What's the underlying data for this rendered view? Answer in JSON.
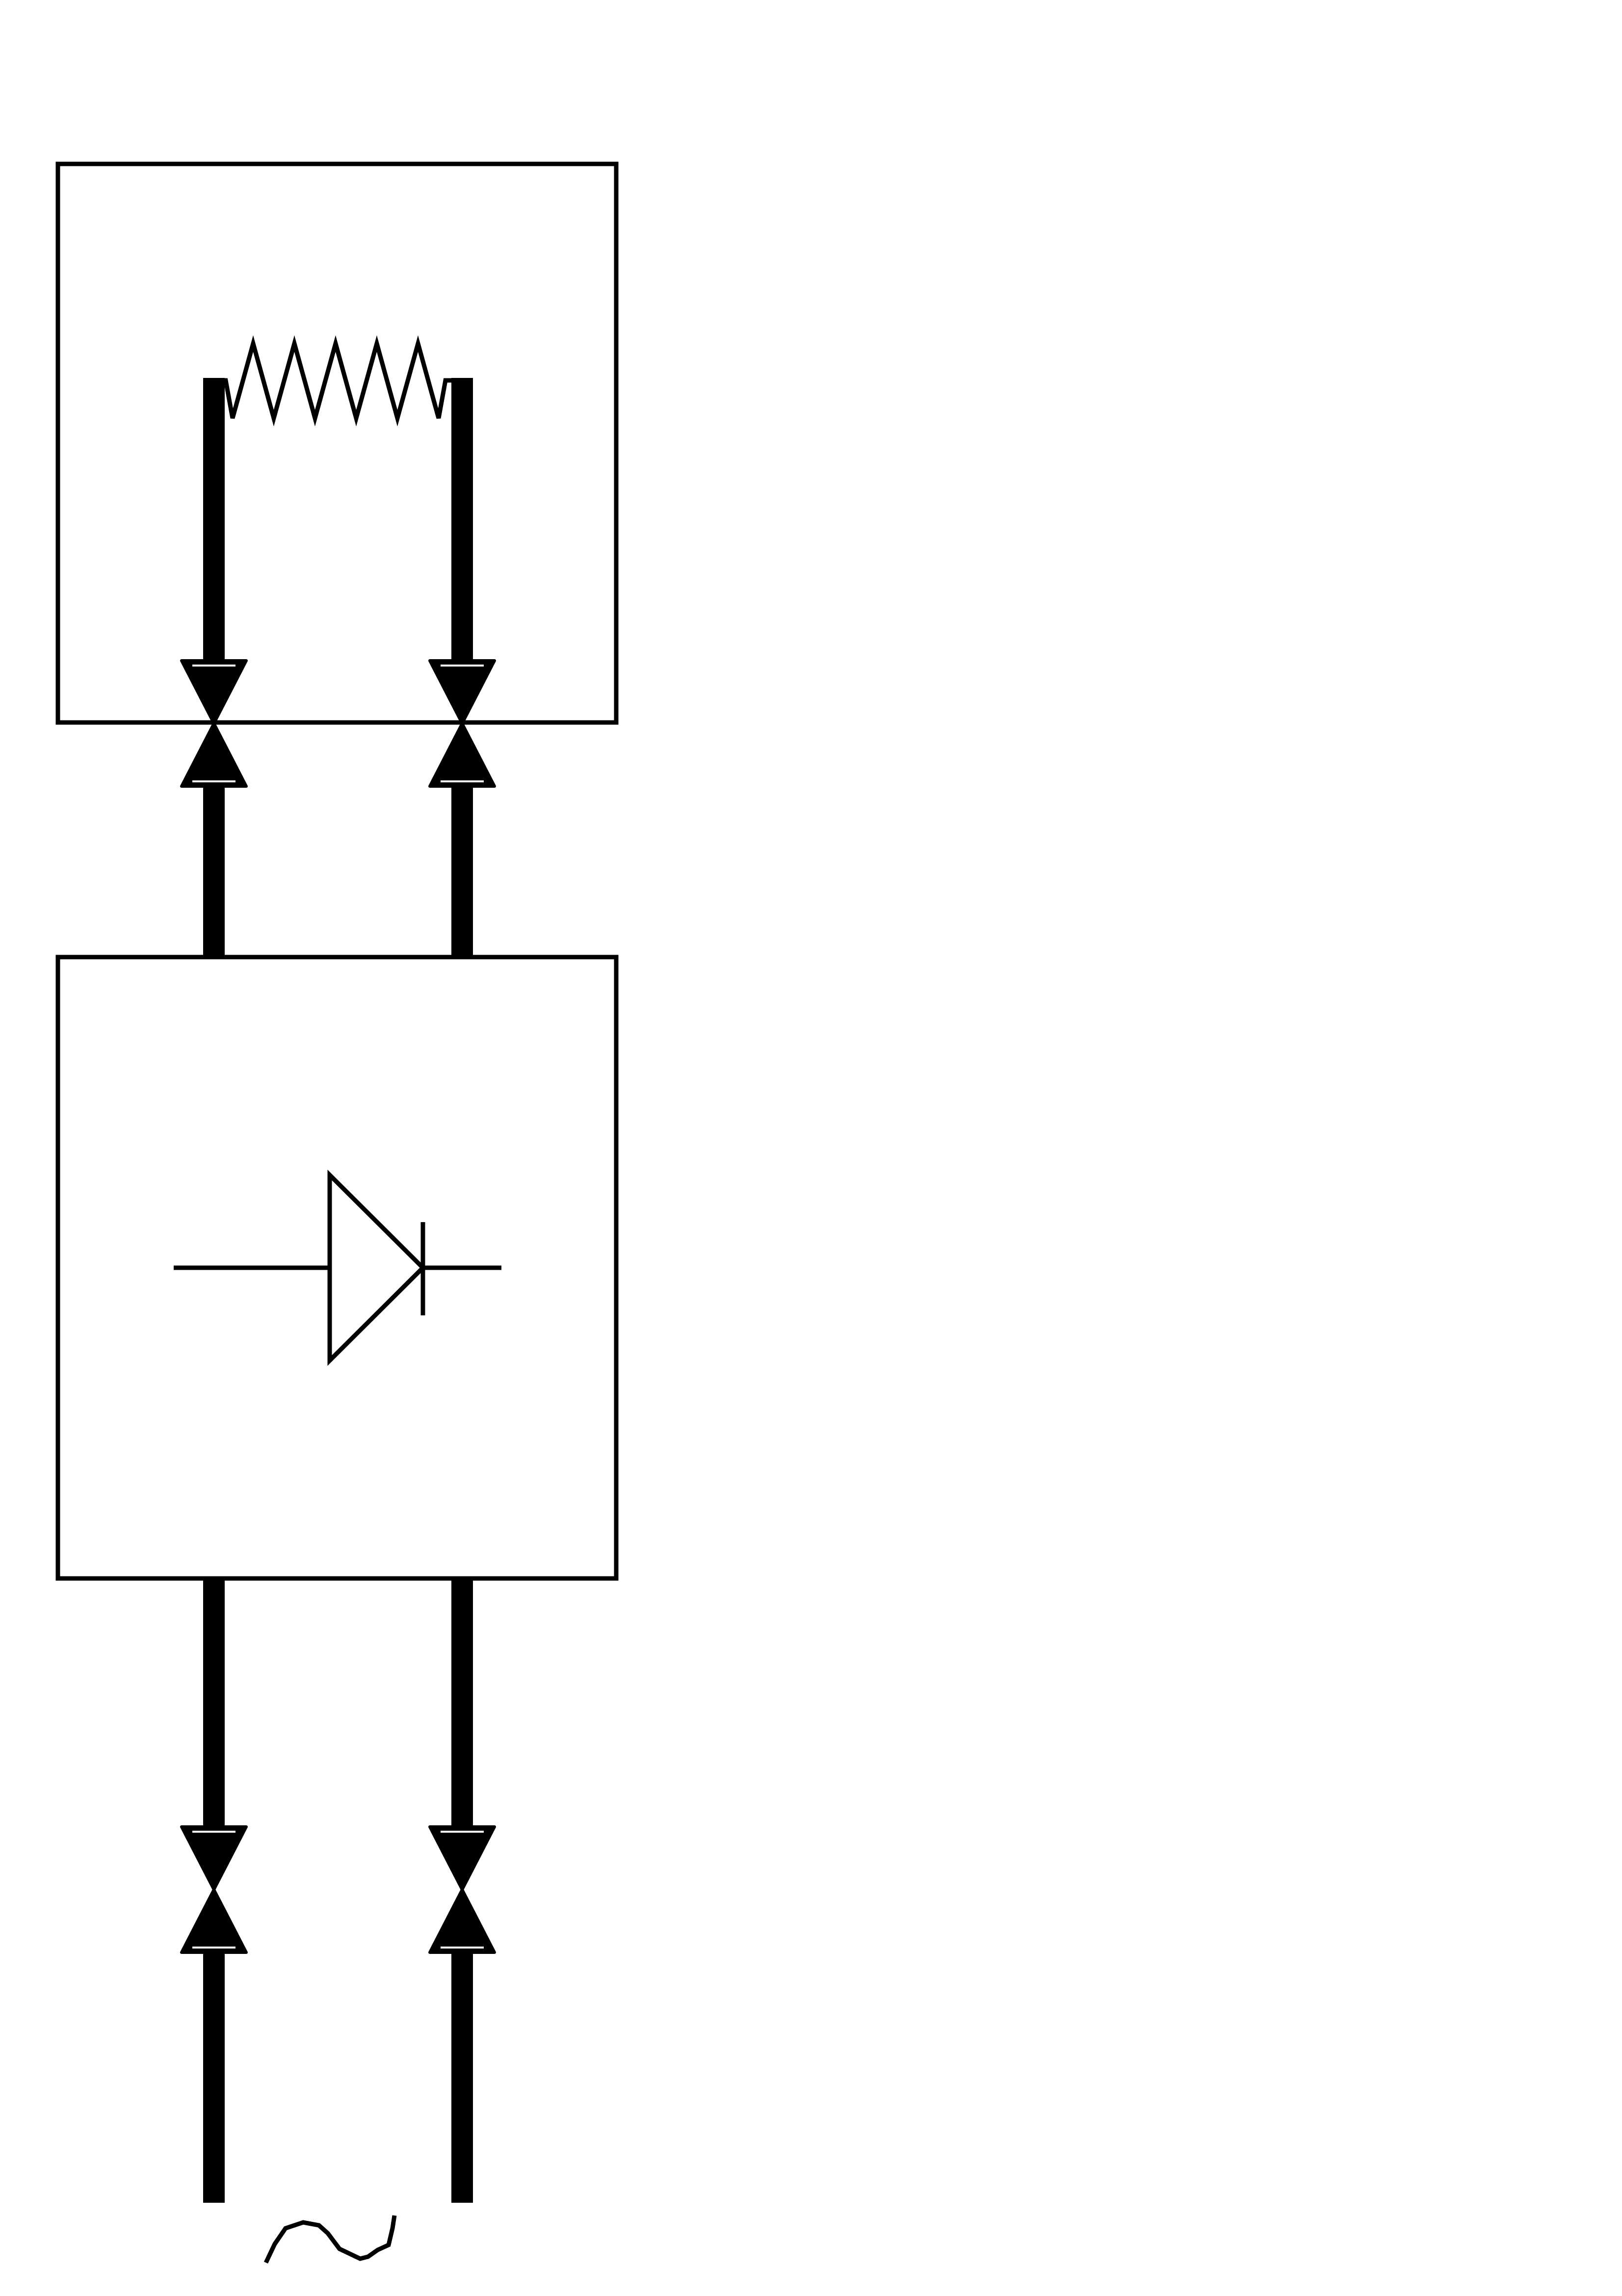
{
  "diagram": {
    "type": "block-diagram",
    "description_elements": {
      "load_block": {
        "symbol": "resistor"
      },
      "converter_block": {
        "symbol": "diode"
      },
      "source": {
        "symbol": "ac-sine"
      }
    },
    "connectors": [
      {
        "between": "load_block-converter_block",
        "count": 2
      },
      {
        "between": "converter_block-source",
        "count": 2
      }
    ],
    "colors": {
      "stroke": "#000000",
      "background": "#ffffff"
    }
  }
}
